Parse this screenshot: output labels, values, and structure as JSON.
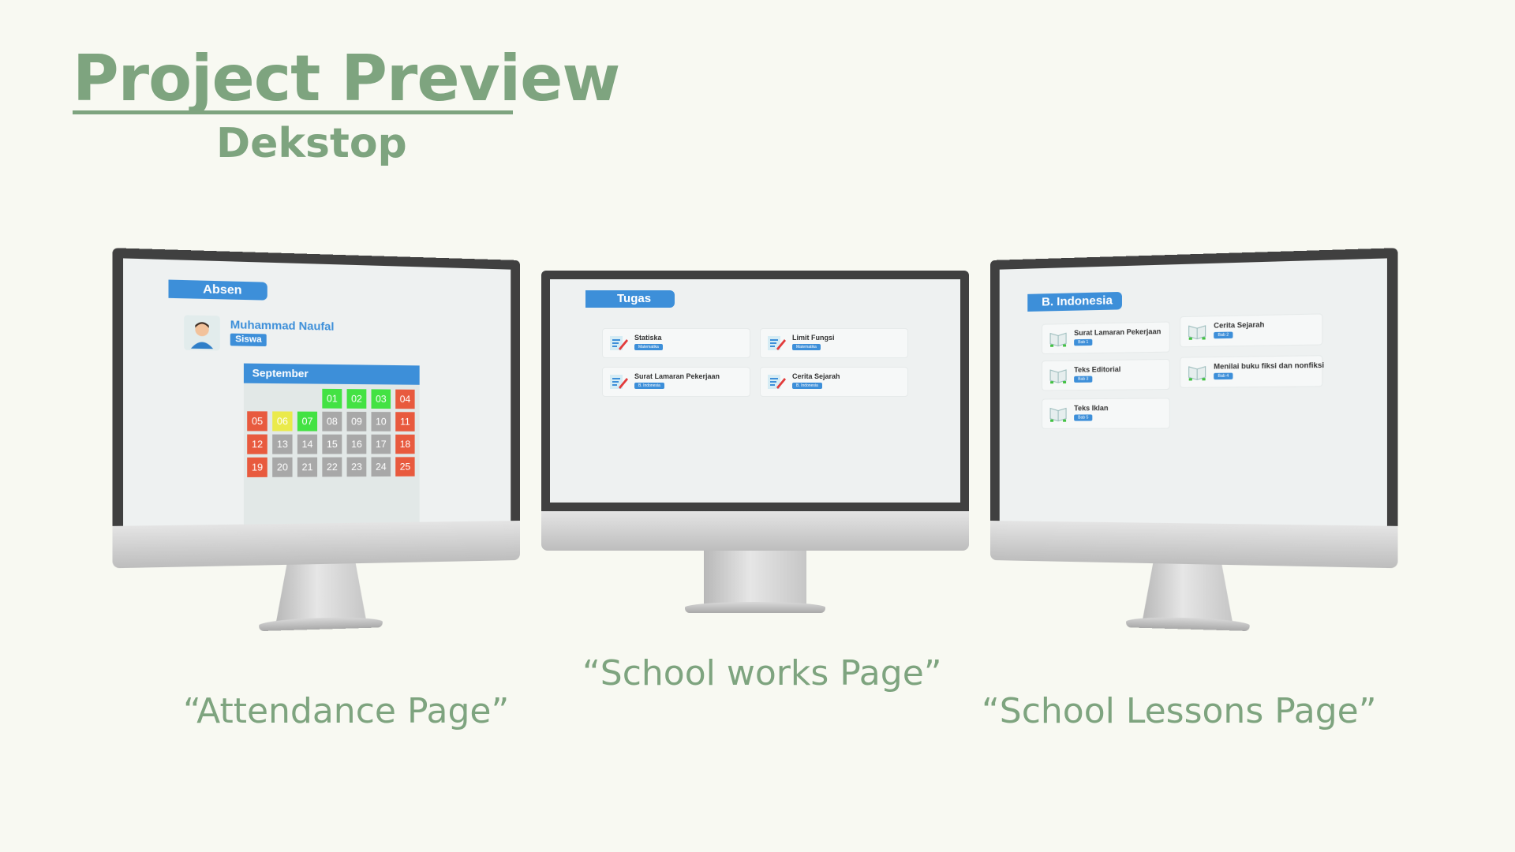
{
  "header": {
    "title": "Project Preview",
    "subtitle": "Dekstop"
  },
  "colors": {
    "accent_green": "#7ea47f",
    "ui_blue": "#3d8fd9",
    "present": "#43e243",
    "absent": "#e85a3e",
    "late": "#eaea4b",
    "pending": "#a8a8a8"
  },
  "captions": {
    "attendance": "“Attendance Page”",
    "works": "“School works Page”",
    "lessons": "“School Lessons Page”"
  },
  "attendance": {
    "tag": "Absen",
    "user_name": "Muhammad Naufal",
    "user_role": "Siswa",
    "month": "September",
    "days": [
      {
        "label": "01",
        "status": "present"
      },
      {
        "label": "02",
        "status": "present"
      },
      {
        "label": "03",
        "status": "present"
      },
      {
        "label": "04",
        "status": "absent"
      },
      {
        "label": "05",
        "status": "absent"
      },
      {
        "label": "06",
        "status": "late"
      },
      {
        "label": "07",
        "status": "present"
      },
      {
        "label": "08",
        "status": "pending"
      },
      {
        "label": "09",
        "status": "pending"
      },
      {
        "label": "10",
        "status": "pending"
      },
      {
        "label": "11",
        "status": "absent"
      },
      {
        "label": "12",
        "status": "absent"
      },
      {
        "label": "13",
        "status": "pending"
      },
      {
        "label": "14",
        "status": "pending"
      },
      {
        "label": "15",
        "status": "pending"
      },
      {
        "label": "16",
        "status": "pending"
      },
      {
        "label": "17",
        "status": "pending"
      },
      {
        "label": "18",
        "status": "absent"
      },
      {
        "label": "19",
        "status": "absent"
      },
      {
        "label": "20",
        "status": "pending"
      },
      {
        "label": "21",
        "status": "pending"
      },
      {
        "label": "22",
        "status": "pending"
      },
      {
        "label": "23",
        "status": "pending"
      },
      {
        "label": "24",
        "status": "pending"
      },
      {
        "label": "25",
        "status": "absent"
      }
    ]
  },
  "works": {
    "tag": "Tugas",
    "tasks": [
      {
        "title": "Statiska",
        "subject": "Matematika",
        "icon": "assignment-icon"
      },
      {
        "title": "Limit Fungsi",
        "subject": "Matematika",
        "icon": "assignment-icon"
      },
      {
        "title": "Surat Lamaran Pekerjaan",
        "subject": "B. Indonesia",
        "icon": "assignment-icon"
      },
      {
        "title": "Cerita Sejarah",
        "subject": "B. Indonesia",
        "icon": "assignment-icon"
      }
    ]
  },
  "lessons": {
    "tag": "B. Indonesia",
    "items": [
      {
        "title": "Surat Lamaran Pekerjaan",
        "chapter": "Bab 1",
        "icon": "book-icon"
      },
      {
        "title": "Cerita Sejarah",
        "chapter": "Bab 2",
        "icon": "book-icon"
      },
      {
        "title": "Teks Editorial",
        "chapter": "Bab 3",
        "icon": "book-icon"
      },
      {
        "title": "Menilai buku fiksi dan nonfiksi",
        "chapter": "Bab 4",
        "icon": "book-icon"
      },
      {
        "title": "Teks Iklan",
        "chapter": "Bab 5",
        "icon": "book-icon"
      }
    ]
  }
}
